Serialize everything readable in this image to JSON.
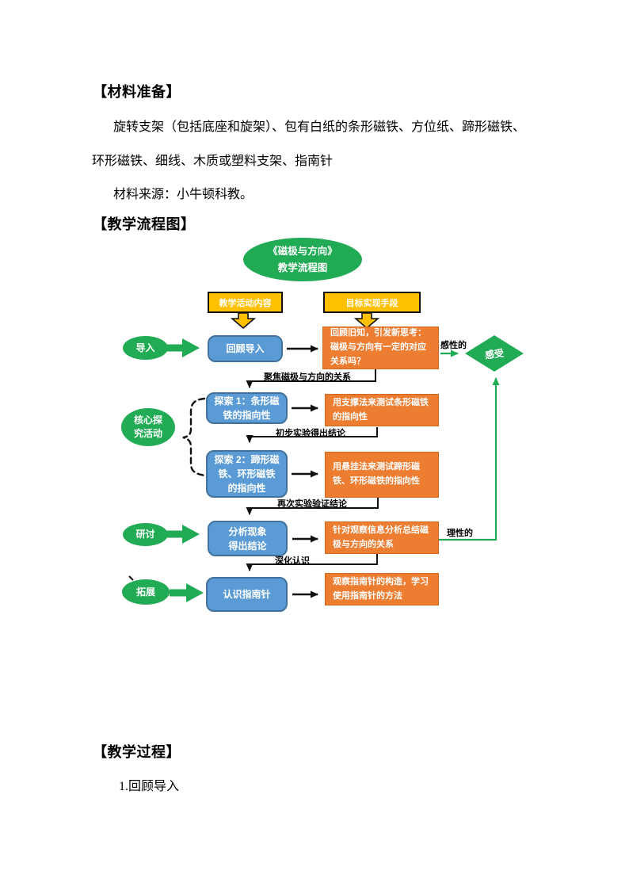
{
  "palette": {
    "green": "#22AB55",
    "blue_fill": "#5B9BD5",
    "blue_border": "#41719C",
    "orange": "#ED7D31",
    "yellow": "#FFC000",
    "text": "#000000"
  },
  "document": {
    "section1_heading": "【材料准备】",
    "materials_line1": "旋转支架（包括底座和旋架）、包有白纸的条形磁铁、方位纸、蹄形磁铁、",
    "materials_line2": "环形磁铁、细线、木质或塑料支架、指南针",
    "source_line": "材料来源：小牛顿科教。",
    "section2_heading": "【教学流程图】",
    "section3_heading": "【教学过程】",
    "step1": "1.回顾导入"
  },
  "flowchart": {
    "title": "《磁极与方向》\n教学流程图",
    "columns": {
      "left": "教学活动内容",
      "right": "目标实现手段"
    },
    "stages": {
      "intro": "导入",
      "core": "核心探\n究活动",
      "discuss": "研讨",
      "extend": "拓展"
    },
    "activities": {
      "review": "回顾导入",
      "explore1": "探索 1：条形磁\n铁的指向性",
      "explore2": "探索 2：蹄形磁\n铁、环形磁铁\n的指向性",
      "analyze": "分析现象\n得出结论",
      "compass": "认识指南针"
    },
    "methods": {
      "review": "回顾旧知，引发新思考：\n磁极与方向有一定的对应\n关系吗？",
      "explore1": "用支撑法来测试条形磁铁\n的指向性",
      "explore2": "用悬挂法来测试蹄形磁\n铁、环形磁铁的指向性",
      "analyze": "针对观察信息分析总结磁\n极与方向的关系",
      "compass": "观察指南针的构造，学习\n使用指南针的方法"
    },
    "connector_labels": {
      "focus": "聚焦磁极与方向的关系",
      "initial_conclusion": "初步实验得出结论",
      "verify_conclusion": "再次实验验证结论",
      "deepen": "深化认识",
      "perceptual": "感性的",
      "rational": "理性的"
    },
    "result": "感受"
  }
}
